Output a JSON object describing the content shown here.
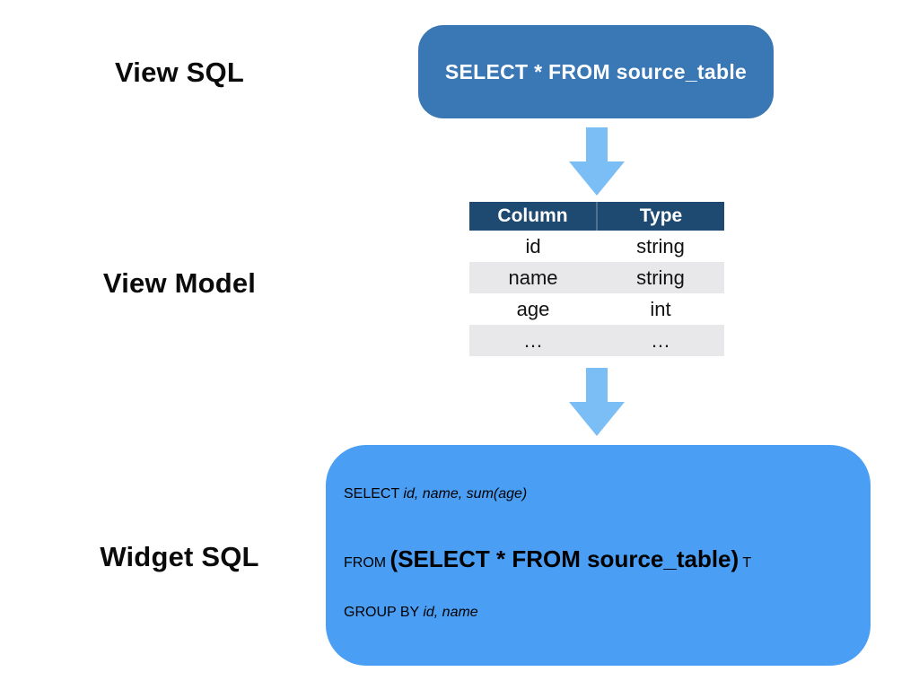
{
  "labels": {
    "view_sql": "View SQL",
    "view_model": "View Model",
    "widget_sql": "Widget SQL"
  },
  "view_sql_box": {
    "text": "SELECT * FROM source_table",
    "background": "#3a78b5"
  },
  "arrows": {
    "color": "#7abef5"
  },
  "view_model_table": {
    "header": {
      "col1": "Column",
      "col2": "Type",
      "background": "#1e4a72"
    },
    "stripe_color": "#e8e8ea",
    "rows": [
      {
        "column": "id",
        "type": "string"
      },
      {
        "column": "name",
        "type": "string"
      },
      {
        "column": "age",
        "type": "int"
      },
      {
        "column": "…",
        "type": "…"
      }
    ]
  },
  "widget_sql_box": {
    "background": "#4a9ef4",
    "lines": [
      {
        "segments": [
          {
            "text": "SELECT ",
            "style": "regular"
          },
          {
            "text": "id, name, sum(age)",
            "style": "italic"
          }
        ]
      },
      {
        "segments": [
          {
            "text": "FROM ",
            "style": "regular"
          },
          {
            "text": "(SELECT * FROM source_table)",
            "style": "bold"
          },
          {
            "text": " T",
            "style": "regular"
          }
        ]
      },
      {
        "segments": [
          {
            "text": "GROUP BY ",
            "style": "regular"
          },
          {
            "text": "id, name",
            "style": "italic"
          }
        ]
      }
    ]
  }
}
